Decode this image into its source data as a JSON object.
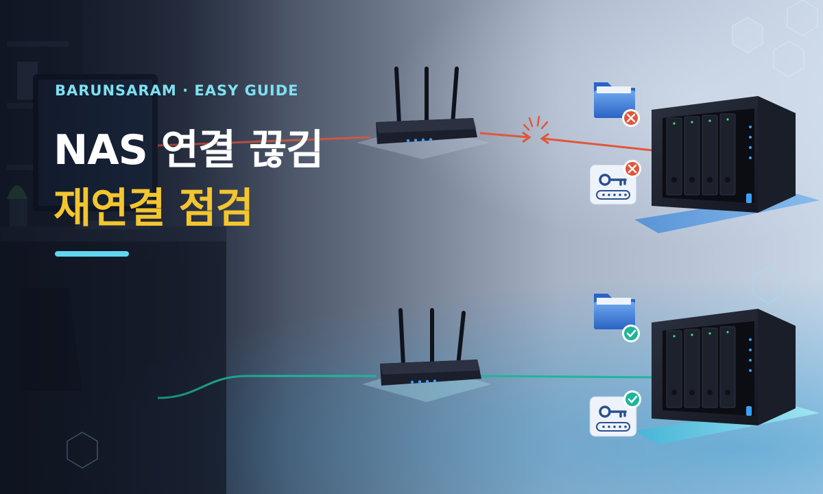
{
  "header": {
    "brand": "BARUNSARAM · EASY GUIDE",
    "title_line1": "NAS 연결 끊김",
    "title_line2": "재연결 점검"
  },
  "scene": {
    "top": {
      "status": "disconnected",
      "link_color": "#e0563a"
    },
    "bottom": {
      "status": "connected",
      "link_color": "#1fb59a"
    }
  },
  "icons": {
    "folder": "folder-icon",
    "key": "key-icon",
    "error_badge": "error-badge-icon",
    "success_badge": "check-badge-icon",
    "router": "router-icon",
    "nas": "nas-icon"
  },
  "colors": {
    "accent_cyan": "#62d6ee",
    "accent_yellow": "#f3c52f",
    "error_red": "#e0563a",
    "ok_green": "#1fb59a"
  }
}
